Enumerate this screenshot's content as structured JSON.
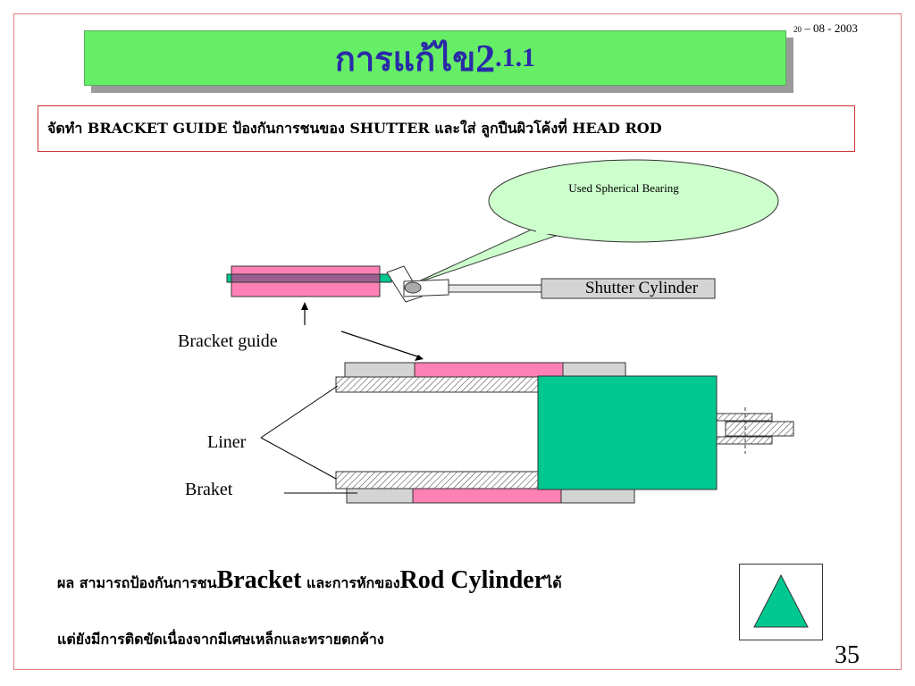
{
  "header": {
    "date_day": "20",
    "date_rest": " – 08 - 2003"
  },
  "title": {
    "thai": "การแก้ไข ",
    "number": "2",
    "sub": ".1.1"
  },
  "subtitle": "จัดทำ BRACKET GUIDE ป้องกันการชนของ SHUTTER  และใส่ ลูกปืนผิวโค้งที่ HEAD ROD",
  "diagram": {
    "callout": "Used Spherical Bearing",
    "shutter_cylinder": "Shutter Cylinder",
    "bracket_guide": "Bracket guide",
    "liner": "Liner",
    "braket": "Braket",
    "colors": {
      "pink": "#ff80b4",
      "green": "#00c890",
      "callout_fill": "#ccffcc",
      "gray": "#d4d4d4"
    }
  },
  "result": {
    "line1_prefix": "ผล  สามารถป้องกันการชน",
    "line1_big1": "Bracket",
    "line1_mid": " และการหักของ",
    "line1_big2": "Rod Cylinder",
    "line1_suffix": "ได้",
    "line2": "แต่ยังมีการติดขัดเนื่องจากมีเศษเหล็กและทรายตกค้าง"
  },
  "status_icon": "green-triangle-icon",
  "page_number": "35"
}
